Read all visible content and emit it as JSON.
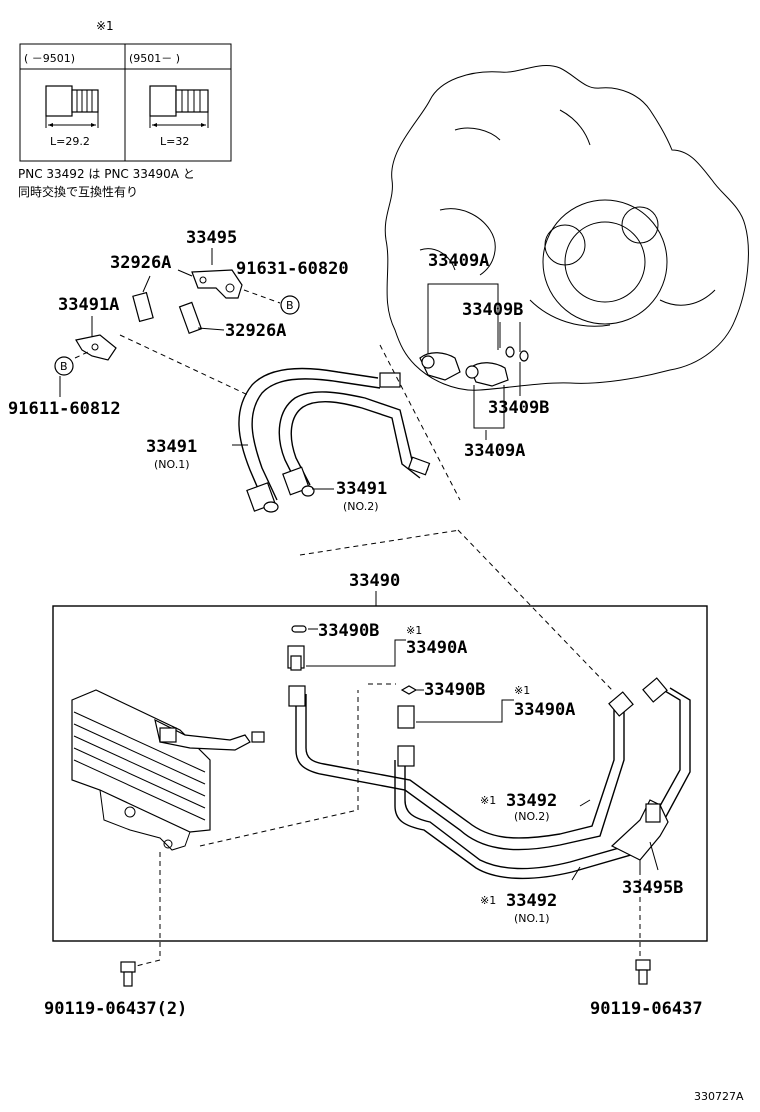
{
  "notes": {
    "mark": "※1",
    "col_left": "(      －9501)",
    "col_right": "(9501－      )",
    "len_left": "L=29.2",
    "len_right": "L=32",
    "jp_line1": "PNC 33492 は PNC 33490A と",
    "jp_line2": "同時交換で互換性有り"
  },
  "labels": {
    "p33495": "33495",
    "p32926a_top": "32926A",
    "p91631": "91631-60820",
    "p33491a": "33491A",
    "p32926a_bottom": "32926A",
    "b_top": "B",
    "b_bottom": "B",
    "p91611": "91611-60812",
    "p33491_1": "33491",
    "no1_a": "(NO.1)",
    "p33491_2": "33491",
    "no2_a": "(NO.2)",
    "p33409a_top": "33409A",
    "p33409b_top": "33409B",
    "p33409b_bottom": "33409B",
    "p33409a_bottom": "33409A",
    "p33490": "33490",
    "p33490b_1": "33490B",
    "mark_1": "※1",
    "p33490a_1": "33490A",
    "p33490b_2": "33490B",
    "mark_2": "※1",
    "p33490a_2": "33490A",
    "mark_3": "※1",
    "p33492_2": "33492",
    "no2_b": "(NO.2)",
    "mark_4": "※1",
    "p33492_1": "33492",
    "no1_b": "(NO.1)",
    "p33495b": "33495B",
    "p90119_left": "90119-06437(2)",
    "p90119_right": "90119-06437",
    "figure_code": "330727A"
  }
}
